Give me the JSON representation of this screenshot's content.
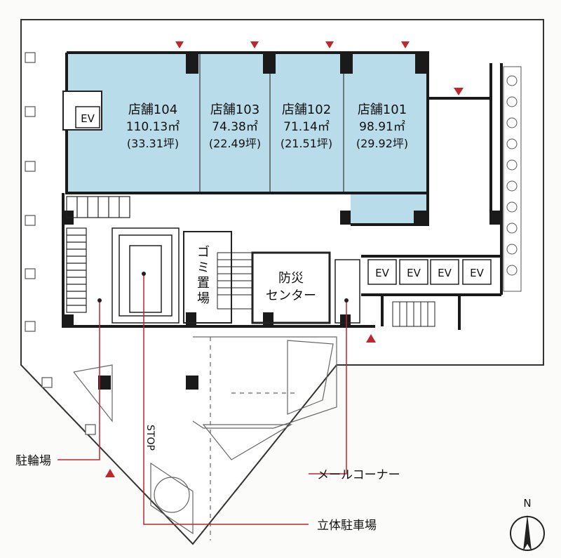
{
  "shops": [
    {
      "name": "店舗104",
      "area": "110.13㎡",
      "tsubo": "(33.31坪)"
    },
    {
      "name": "店舗103",
      "area": "74.38㎡",
      "tsubo": "(22.49坪)"
    },
    {
      "name": "店舗102",
      "area": "71.14㎡",
      "tsubo": "(21.51坪)"
    },
    {
      "name": "店舗101",
      "area": "98.91㎡",
      "tsubo": "(29.92坪)"
    }
  ],
  "elevators": [
    "EV",
    "EV",
    "EV",
    "EV",
    "EV"
  ],
  "rooms": {
    "garbage": [
      "ゴ",
      "ミ",
      "置",
      "場"
    ],
    "disaster_center": [
      "防災",
      "センター"
    ]
  },
  "callouts": {
    "bicycle_parking": "駐輪場",
    "mail_corner": "メールコーナー",
    "multilevel_parking": "立体駐車場"
  },
  "ground_marking": "STOP",
  "compass": {
    "label": "N"
  },
  "colors": {
    "shop_fill": "#b9dcea",
    "wall": "#1a1a1a",
    "arrow": "#c0262d",
    "leader": "#c0262d"
  }
}
